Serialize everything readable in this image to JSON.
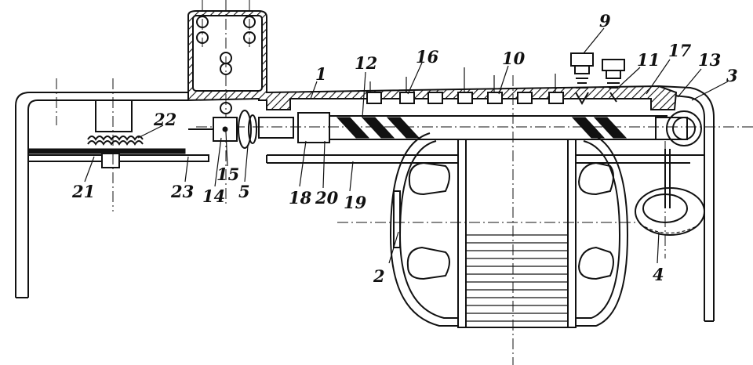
{
  "callouts": {
    "n1": "1",
    "n2": "2",
    "n3": "3",
    "n4": "4",
    "n5": "5",
    "n9": "9",
    "n10": "10",
    "n11": "11",
    "n12": "12",
    "n13": "13",
    "n14": "14",
    "n15": "15",
    "n16": "16",
    "n17": "17",
    "n18": "18",
    "n19": "19",
    "n20": "20",
    "n21": "21",
    "n22": "22",
    "n23": "23"
  }
}
